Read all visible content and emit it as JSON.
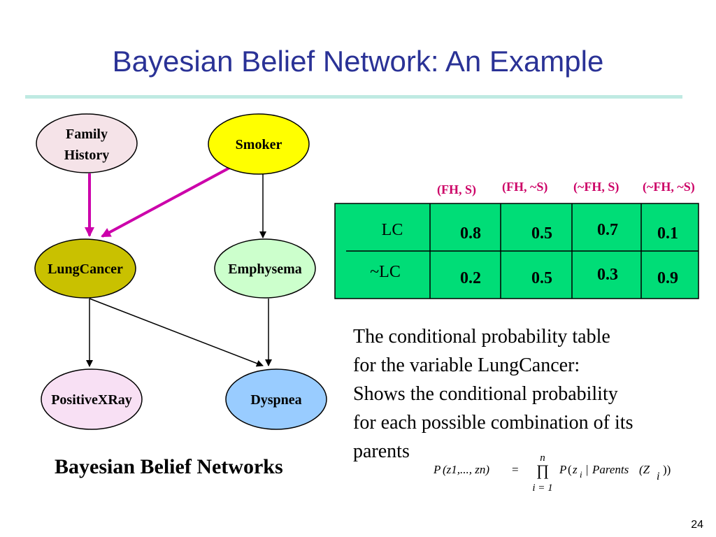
{
  "slide": {
    "title": "Bayesian Belief Network: An Example",
    "caption": "Bayesian Belief Networks",
    "page_number": "24"
  },
  "network": {
    "nodes": [
      {
        "id": "family-history",
        "label_lines": [
          "Family",
          "History"
        ],
        "fill": "#f5e3e8"
      },
      {
        "id": "smoker",
        "label_lines": [
          "Smoker"
        ],
        "fill": "#ffff00"
      },
      {
        "id": "lung-cancer",
        "label_lines": [
          "LungCancer"
        ],
        "fill": "#c9c100"
      },
      {
        "id": "emphysema",
        "label_lines": [
          "Emphysema"
        ],
        "fill": "#ccffcc"
      },
      {
        "id": "positive-xray",
        "label_lines": [
          "PositiveXRay"
        ],
        "fill": "#f8e0f4"
      },
      {
        "id": "dyspnea",
        "label_lines": [
          "Dyspnea"
        ],
        "fill": "#99ccff"
      }
    ],
    "edges": [
      {
        "from": "family-history",
        "to": "lung-cancer",
        "color": "#cc00aa"
      },
      {
        "from": "smoker",
        "to": "lung-cancer",
        "color": "#cc00aa"
      },
      {
        "from": "smoker",
        "to": "emphysema",
        "color": "#000000"
      },
      {
        "from": "lung-cancer",
        "to": "positive-xray",
        "color": "#000000"
      },
      {
        "from": "lung-cancer",
        "to": "dyspnea",
        "color": "#000000"
      },
      {
        "from": "emphysema",
        "to": "dyspnea",
        "color": "#000000"
      }
    ]
  },
  "cpt": {
    "column_headers": [
      "(FH, S)",
      "(FH, ~S)",
      "(~FH, S)",
      "(~FH, ~S)"
    ],
    "header_color": "#cc0066",
    "table_fill": "#00dd77",
    "rows": [
      {
        "label": "LC",
        "values": [
          "0.8",
          "0.5",
          "0.7",
          "0.1"
        ]
      },
      {
        "label": "~LC",
        "values": [
          "0.2",
          "0.5",
          "0.3",
          "0.9"
        ]
      }
    ]
  },
  "description": {
    "lines": [
      "The conditional probability table",
      "for the variable LungCancer:",
      "Shows the conditional probability",
      "for each possible combination of its",
      "parents"
    ]
  },
  "formula": {
    "lhs_P": "P",
    "lhs_args": "(z1,..., zn)",
    "equals": "=",
    "product_symbol": "∏",
    "upper_limit": "n",
    "lower_limit": "i = 1",
    "rhs_P": "P",
    "rhs_paren_open": "(",
    "rhs_z": "z",
    "rhs_z_sub": "i",
    "rhs_bar": "|",
    "rhs_parents": "Parents",
    "rhs_Z": "(Z",
    "rhs_Z_sub": "i",
    "rhs_close": "))"
  }
}
